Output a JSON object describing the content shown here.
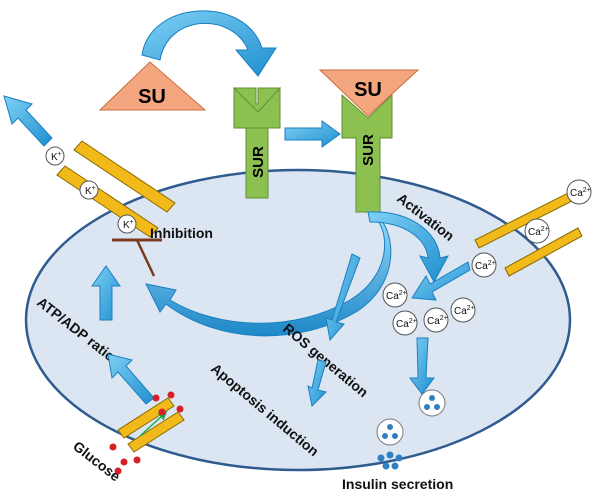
{
  "diagram": {
    "drug_label": "SU",
    "receptor_label": "SUR",
    "receptor_bound_label": "SUR",
    "bound_drug_label": "SU",
    "potassium_ion": "K",
    "potassium_charge": "+",
    "calcium_ion": "Ca",
    "calcium_charge": "2+",
    "labels": {
      "inhibition": "Inhibition",
      "activation": "Activation",
      "atp_adp_ratio": "ATP/ADP ratio",
      "ros_generation": "ROS generation",
      "apoptosis_induction": "Apoptosis induction",
      "glucose": "Glucose",
      "insulin_secretion": "Insulin secretion"
    },
    "colors": {
      "cell": "#dbe6f2",
      "cell_border": "#2f5b8f",
      "arrow": "#29a3dc",
      "receptor": "#8cc152",
      "drug": "#f4a77f",
      "channel": "#f2b91a",
      "inhibitor_line": "#7a3b1e",
      "glucose_dot": "#d81f26",
      "transport_arrow": "#23a84a"
    }
  }
}
